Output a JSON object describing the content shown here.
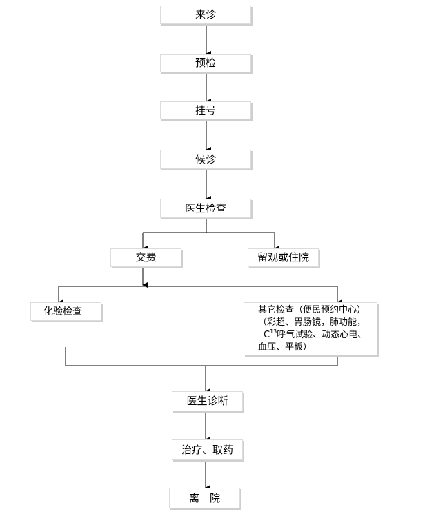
{
  "nodes": {
    "visit": "来诊",
    "precheck": "预检",
    "register": "挂号",
    "wait": "候诊",
    "doctor_exam": "医生检查",
    "pay": "交费",
    "stay_or_admit": "留观或住院",
    "lab_test": "化验检查",
    "other_exam": {
      "line1": "其它检查（便民预约中心）",
      "line2": "（彩超、胃肠镜，肺功能，",
      "line3_prefix": "C",
      "line3_sup": "13",
      "line3_rest": "呼气试验、动态心电、",
      "line4": "血压、平板）"
    },
    "diagnosis": "医生诊断",
    "treatment": "治疗、取药",
    "leave": "离　院"
  },
  "colors": {
    "line": "#000000",
    "box_border": "#dcdcdc",
    "box_shadow": "#cfcfcf"
  }
}
